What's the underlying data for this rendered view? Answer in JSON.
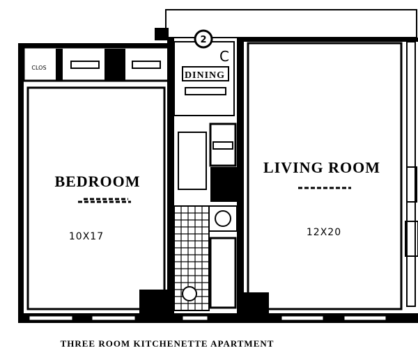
{
  "rooms": {
    "bedroom": {
      "label": "BEDROOM",
      "dimensions": "10X17"
    },
    "living_room": {
      "label": "LIVING ROOM",
      "dimensions": "12X20"
    },
    "closet": {
      "label": "CLOS"
    },
    "dining": {
      "label": "DINING"
    }
  },
  "fixtures": {
    "unit_marker": "2",
    "stair_letter": "C"
  },
  "footer": {
    "caption": "THREE ROOM KITCHENETTE APARTMENT"
  }
}
